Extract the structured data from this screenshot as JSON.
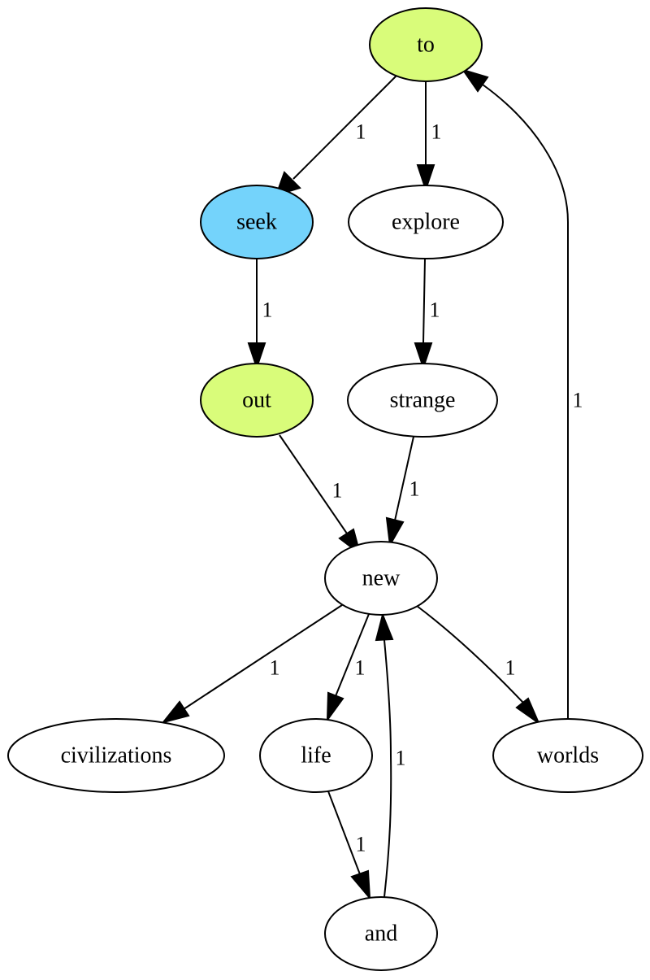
{
  "colors": {
    "green": "#d9fc7a",
    "blue": "#74d3fb",
    "plain": "#ffffff"
  },
  "nodes": [
    {
      "id": "to",
      "label": "to",
      "fill": "green"
    },
    {
      "id": "seek",
      "label": "seek",
      "fill": "blue"
    },
    {
      "id": "explore",
      "label": "explore",
      "fill": "plain"
    },
    {
      "id": "out",
      "label": "out",
      "fill": "green"
    },
    {
      "id": "strange",
      "label": "strange",
      "fill": "plain"
    },
    {
      "id": "new",
      "label": "new",
      "fill": "plain"
    },
    {
      "id": "civilizations",
      "label": "civilizations",
      "fill": "plain"
    },
    {
      "id": "life",
      "label": "life",
      "fill": "plain"
    },
    {
      "id": "worlds",
      "label": "worlds",
      "fill": "plain"
    },
    {
      "id": "and",
      "label": "and",
      "fill": "plain"
    }
  ],
  "edges": [
    {
      "from": "to",
      "to": "seek",
      "label": "1"
    },
    {
      "from": "to",
      "to": "explore",
      "label": "1"
    },
    {
      "from": "seek",
      "to": "out",
      "label": "1"
    },
    {
      "from": "explore",
      "to": "strange",
      "label": "1"
    },
    {
      "from": "out",
      "to": "new",
      "label": "1"
    },
    {
      "from": "strange",
      "to": "new",
      "label": "1"
    },
    {
      "from": "new",
      "to": "civilizations",
      "label": "1"
    },
    {
      "from": "new",
      "to": "life",
      "label": "1"
    },
    {
      "from": "new",
      "to": "worlds",
      "label": "1"
    },
    {
      "from": "life",
      "to": "and",
      "label": "1"
    },
    {
      "from": "and",
      "to": "new",
      "label": "1"
    },
    {
      "from": "worlds",
      "to": "to",
      "label": "1"
    }
  ]
}
